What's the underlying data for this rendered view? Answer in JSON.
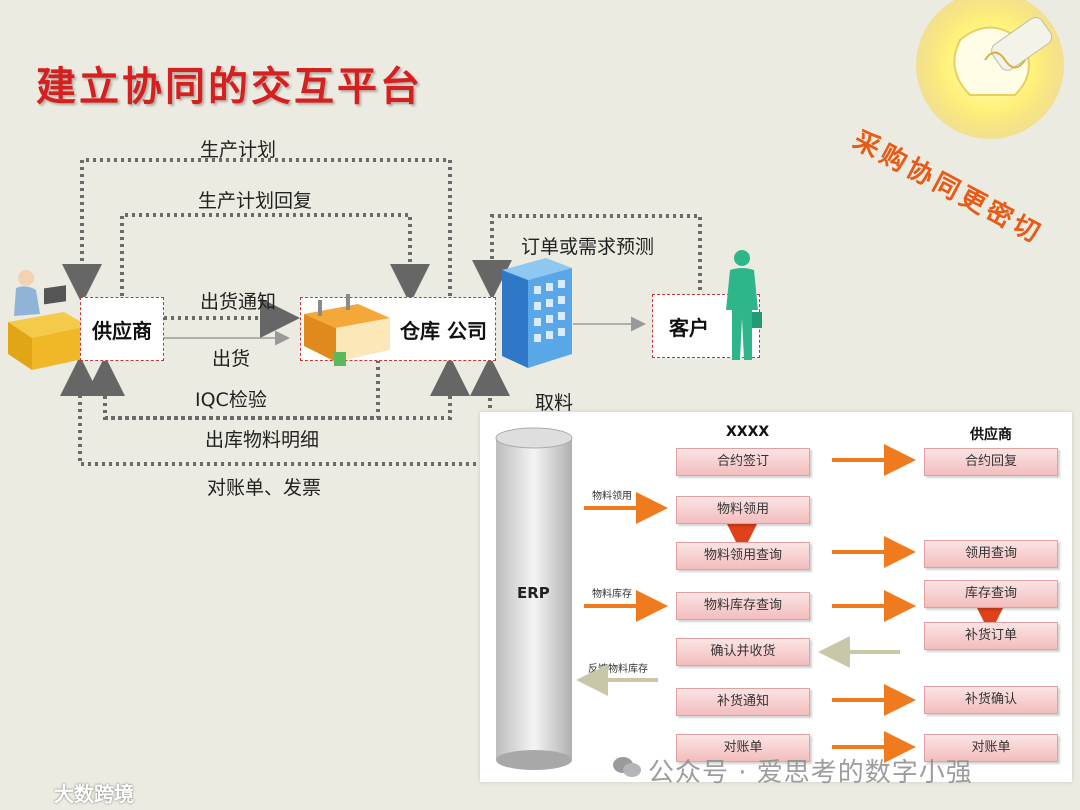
{
  "title": "建立协同的交互平台",
  "stamp": "采购协同更密切",
  "flow_labels": {
    "production_plan": "生产计划",
    "production_plan_reply": "生产计划回复",
    "shipping_notice": "出货通知",
    "shipment": "出货",
    "iqc": "IQC检验",
    "outbound_detail": "出库物料明细",
    "reconciliation": "对账单、发票",
    "order_forecast": "订单或需求预测",
    "material_pick": "取料"
  },
  "nodes": {
    "supplier": "供应商",
    "warehouse_company": "仓库  公司",
    "customer": "客户"
  },
  "erp_panel": {
    "erp_label": "ERP",
    "header_left": "XXXX",
    "header_right": "供应商",
    "side_labels": {
      "material_use": "物料领用",
      "material_stock": "物料库存",
      "feedback_stock": "反馈物料库存"
    },
    "left_boxes": [
      "合约签订",
      "物料领用",
      "物料领用查询",
      "物料库存查询",
      "确认并收货",
      "补货通知",
      "对账单"
    ],
    "right_boxes": [
      "合约回复",
      "领用查询",
      "库存查询",
      "补货订单",
      "补货确认",
      "对账单"
    ]
  },
  "watermark": "公众号 · 爱思考的数字小强",
  "brand": "大数跨境",
  "colors": {
    "title": "#d61f1f",
    "stamp": "#e85a15",
    "node_border": "#c93535",
    "arrow_orange": "#f07a1e",
    "arrow_olive": "#c8c8a8"
  }
}
